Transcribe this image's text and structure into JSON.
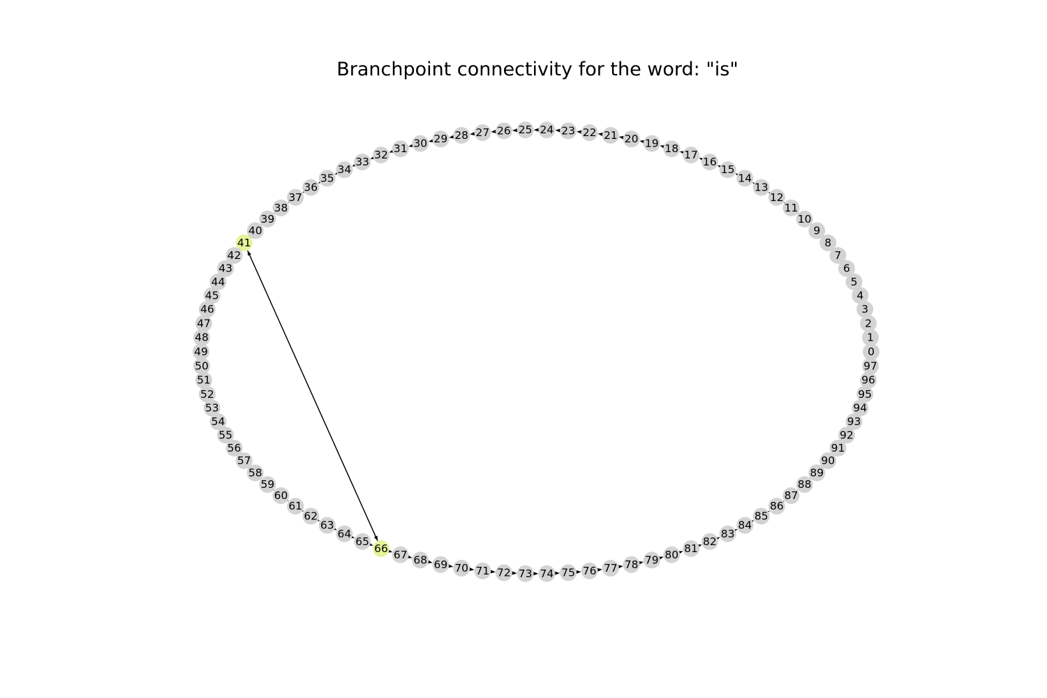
{
  "title": "Branchpoint connectivity for the word: \"is\"",
  "graph": {
    "node_count": 98,
    "node_color": "#d3d3d3",
    "highlight_color": "#e6f39a",
    "edge_color": "#000000",
    "highlighted_nodes": [
      41,
      66
    ],
    "ring_direction": "each node i links to node i+1, wrapping 97 to 0",
    "extra_edges": [
      {
        "source": 41,
        "target": 66
      },
      {
        "source": 66,
        "target": 41
      }
    ]
  }
}
